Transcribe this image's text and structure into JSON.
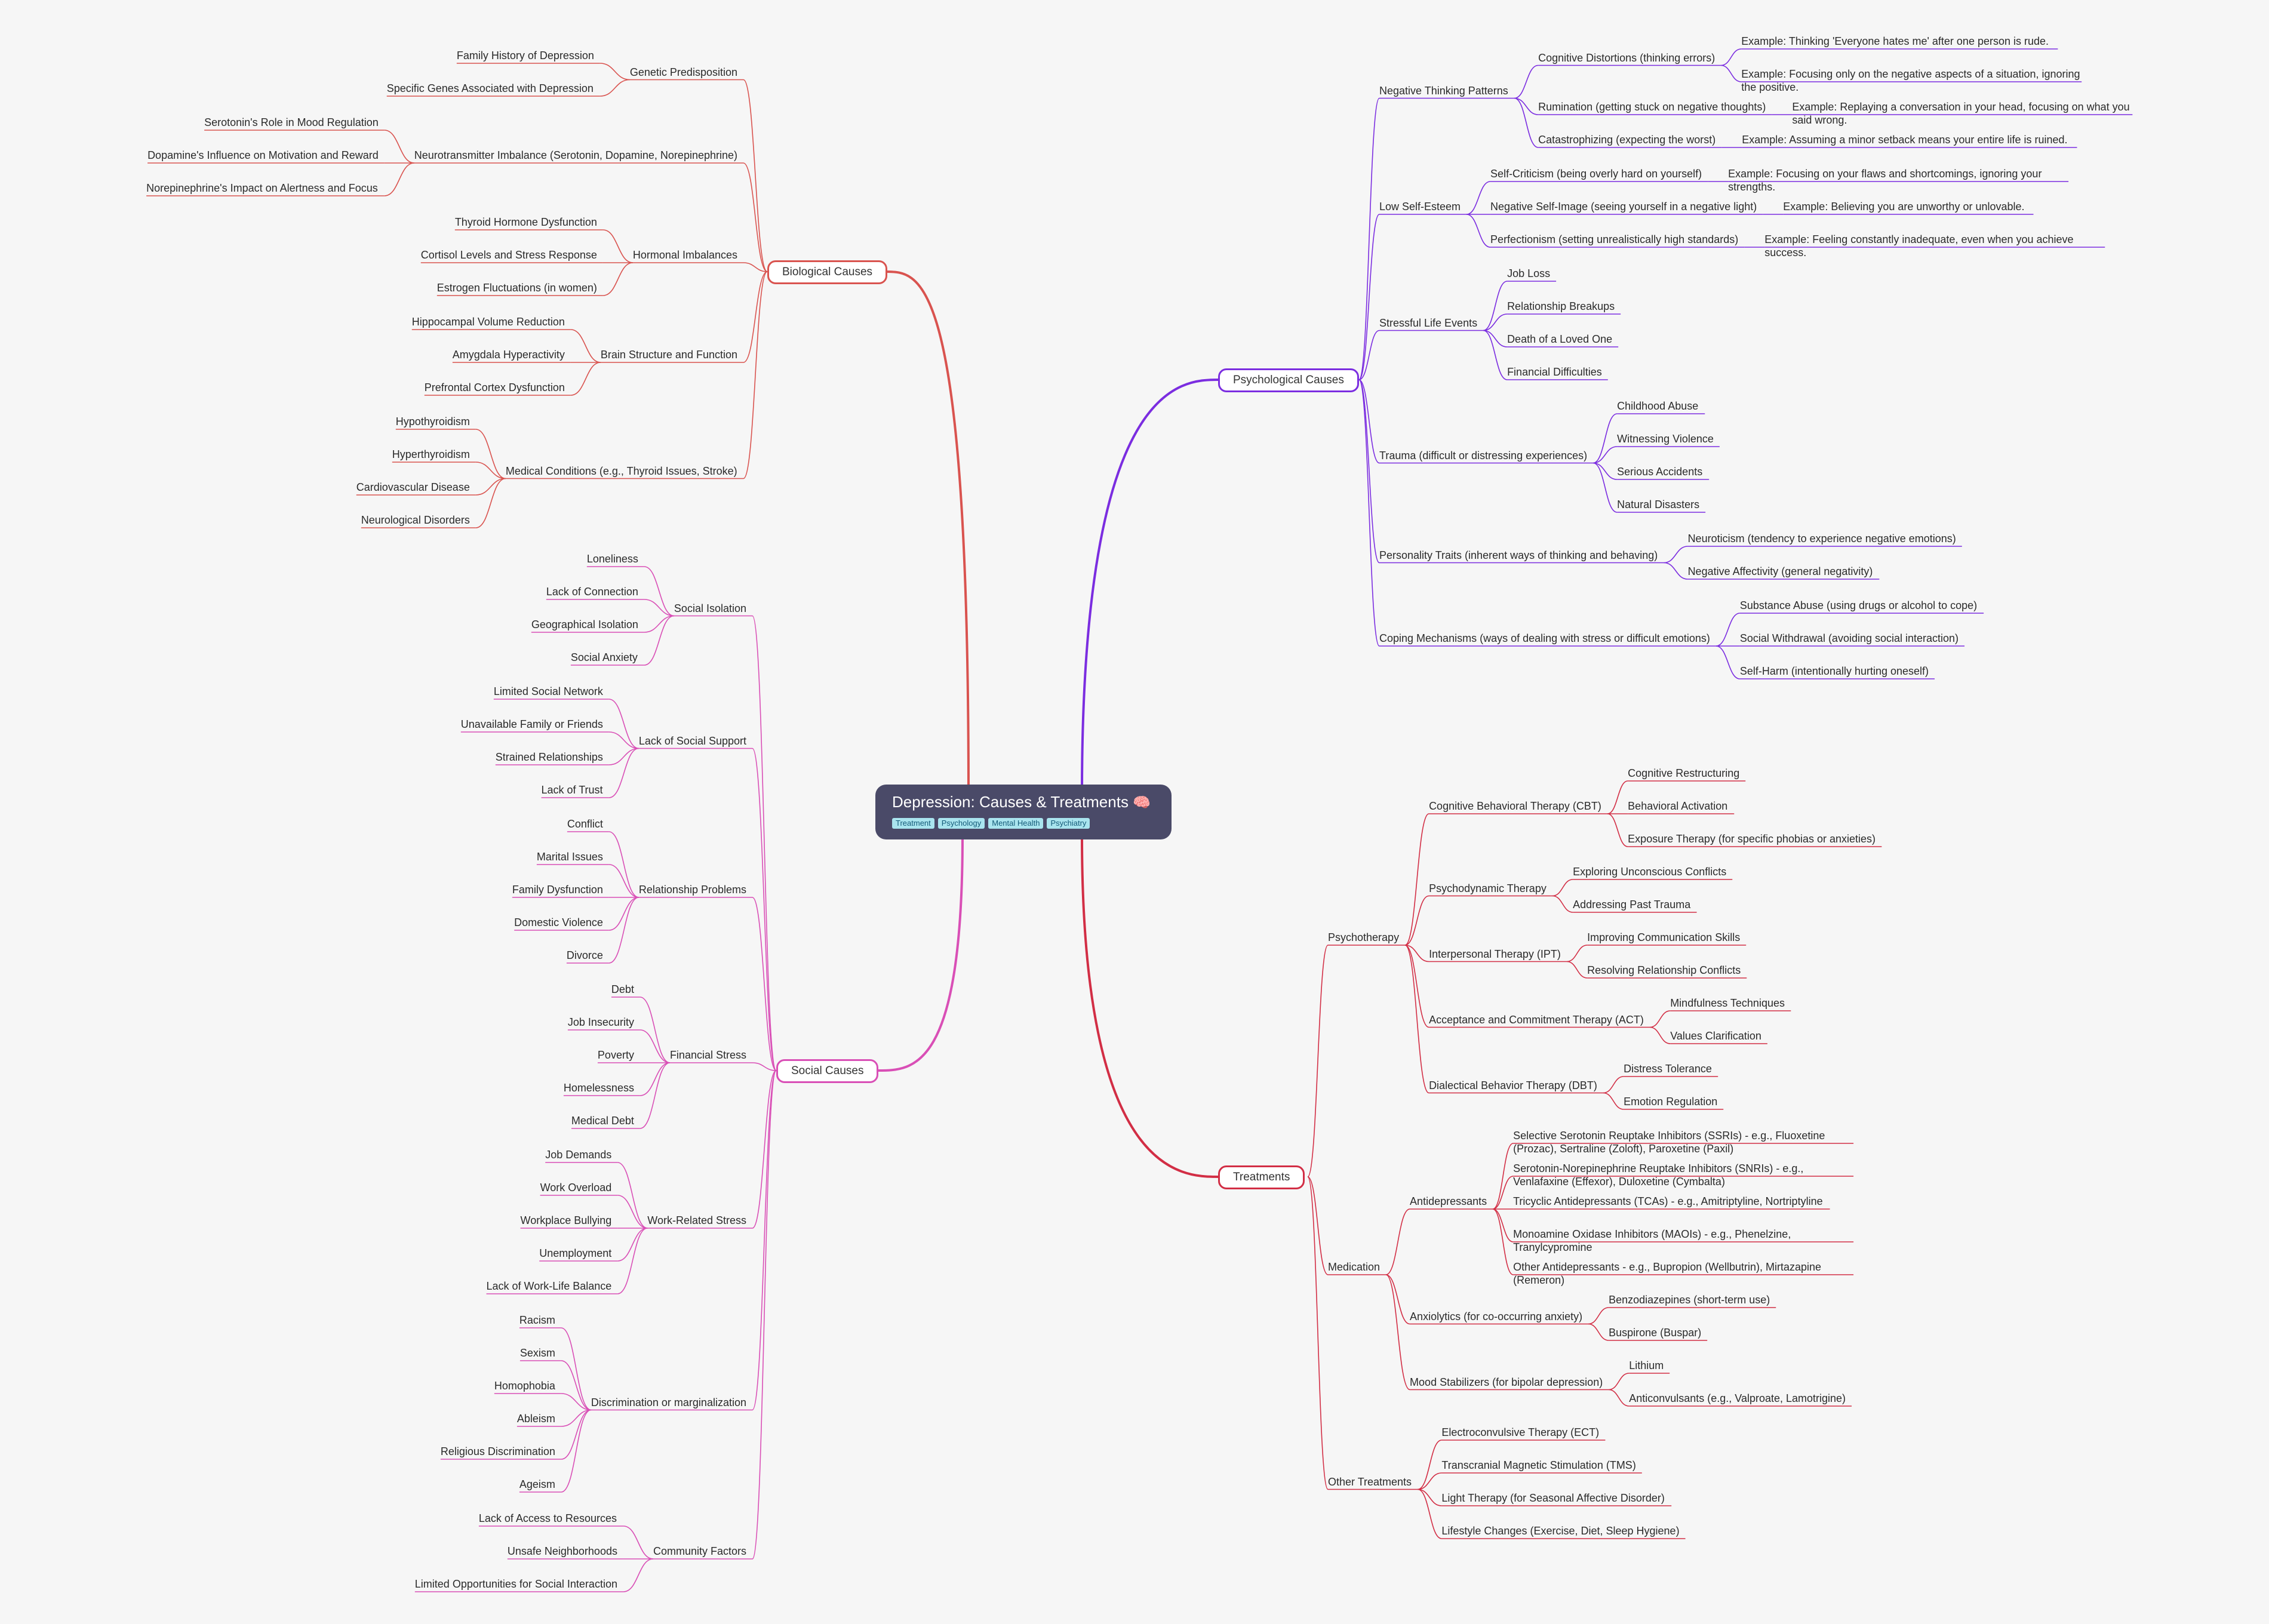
{
  "root": {
    "title": "Depression: Causes & Treatments",
    "emoji": "🧠",
    "tags": [
      "Treatment",
      "Psychology",
      "Mental Health",
      "Psychiatry"
    ]
  },
  "colors": {
    "biological": "#d9534f",
    "social": "#d94fb6",
    "psychological": "#7b2de0",
    "treatments": "#d22e45",
    "background": "#f6f6f6",
    "root_bg": "#4a4a68",
    "tag_bg": "#a9e4ee"
  },
  "branches": [
    {
      "label": "Biological Causes",
      "side": "left",
      "color": "#d9534f",
      "children": [
        {
          "label": "Genetic Predisposition",
          "children": [
            {
              "label": "Family History of Depression"
            },
            {
              "label": "Specific Genes Associated with Depression"
            }
          ]
        },
        {
          "label": "Neurotransmitter Imbalance (Serotonin, Dopamine, Norepinephrine)",
          "children": [
            {
              "label": "Serotonin's Role in Mood Regulation"
            },
            {
              "label": "Dopamine's Influence on Motivation and Reward"
            },
            {
              "label": "Norepinephrine's Impact on Alertness and Focus"
            }
          ]
        },
        {
          "label": "Hormonal Imbalances",
          "children": [
            {
              "label": "Thyroid Hormone Dysfunction"
            },
            {
              "label": "Cortisol Levels and Stress Response"
            },
            {
              "label": "Estrogen Fluctuations (in women)"
            }
          ]
        },
        {
          "label": "Brain Structure and Function",
          "children": [
            {
              "label": "Hippocampal Volume Reduction"
            },
            {
              "label": "Amygdala Hyperactivity"
            },
            {
              "label": "Prefrontal Cortex Dysfunction"
            }
          ]
        },
        {
          "label": "Medical Conditions (e.g., Thyroid Issues, Stroke)",
          "children": [
            {
              "label": "Hypothyroidism"
            },
            {
              "label": "Hyperthyroidism"
            },
            {
              "label": "Cardiovascular Disease"
            },
            {
              "label": "Neurological Disorders"
            }
          ]
        }
      ]
    },
    {
      "label": "Social Causes",
      "side": "left",
      "color": "#d94fb6",
      "children": [
        {
          "label": "Social Isolation",
          "children": [
            {
              "label": "Loneliness"
            },
            {
              "label": "Lack of Connection"
            },
            {
              "label": "Geographical Isolation"
            },
            {
              "label": "Social Anxiety"
            }
          ]
        },
        {
          "label": "Lack of Social Support",
          "children": [
            {
              "label": "Limited Social Network"
            },
            {
              "label": "Unavailable Family or Friends"
            },
            {
              "label": "Strained Relationships"
            },
            {
              "label": "Lack of Trust"
            }
          ]
        },
        {
          "label": "Relationship Problems",
          "children": [
            {
              "label": "Conflict"
            },
            {
              "label": "Marital Issues"
            },
            {
              "label": "Family Dysfunction"
            },
            {
              "label": "Domestic Violence"
            },
            {
              "label": "Divorce"
            }
          ]
        },
        {
          "label": "Financial Stress",
          "children": [
            {
              "label": "Debt"
            },
            {
              "label": "Job Insecurity"
            },
            {
              "label": "Poverty"
            },
            {
              "label": "Homelessness"
            },
            {
              "label": "Medical Debt"
            }
          ]
        },
        {
          "label": "Work-Related Stress",
          "children": [
            {
              "label": "Job Demands"
            },
            {
              "label": "Work Overload"
            },
            {
              "label": "Workplace Bullying"
            },
            {
              "label": "Unemployment"
            },
            {
              "label": "Lack of Work-Life Balance"
            }
          ]
        },
        {
          "label": "Discrimination or marginalization",
          "children": [
            {
              "label": "Racism"
            },
            {
              "label": "Sexism"
            },
            {
              "label": "Homophobia"
            },
            {
              "label": "Ableism"
            },
            {
              "label": "Religious Discrimination"
            },
            {
              "label": "Ageism"
            }
          ]
        },
        {
          "label": "Community Factors",
          "children": [
            {
              "label": "Lack of Access to Resources"
            },
            {
              "label": "Unsafe Neighborhoods"
            },
            {
              "label": "Limited Opportunities for Social Interaction"
            }
          ]
        }
      ]
    },
    {
      "label": "Psychological Causes",
      "side": "right",
      "color": "#7b2de0",
      "children": [
        {
          "label": "Negative Thinking Patterns",
          "children": [
            {
              "label": "Cognitive Distortions (thinking errors)",
              "children": [
                {
                  "label": "Example:  Thinking 'Everyone hates me' after one person is rude."
                },
                {
                  "label": "Example:  Focusing only on the negative aspects of a situation, ignoring the positive."
                }
              ]
            },
            {
              "label": "Rumination (getting stuck on negative thoughts)",
              "children": [
                {
                  "label": "Example:  Replaying a conversation in your head, focusing on what you said wrong."
                }
              ]
            },
            {
              "label": "Catastrophizing (expecting the worst)",
              "children": [
                {
                  "label": "Example:  Assuming a minor setback means your entire life is ruined."
                }
              ]
            }
          ]
        },
        {
          "label": "Low Self-Esteem",
          "children": [
            {
              "label": "Self-Criticism (being overly hard on yourself)",
              "children": [
                {
                  "label": "Example:  Focusing on your flaws and shortcomings, ignoring your strengths."
                }
              ]
            },
            {
              "label": "Negative Self-Image (seeing yourself in a negative light)",
              "children": [
                {
                  "label": "Example:  Believing you are unworthy or unlovable."
                }
              ]
            },
            {
              "label": "Perfectionism (setting unrealistically high standards)",
              "children": [
                {
                  "label": "Example:  Feeling constantly inadequate, even when you achieve success."
                }
              ]
            }
          ]
        },
        {
          "label": "Stressful Life Events",
          "children": [
            {
              "label": "Job Loss"
            },
            {
              "label": "Relationship Breakups"
            },
            {
              "label": "Death of a Loved One"
            },
            {
              "label": "Financial Difficulties"
            }
          ]
        },
        {
          "label": "Trauma (difficult or distressing experiences)",
          "children": [
            {
              "label": "Childhood Abuse"
            },
            {
              "label": "Witnessing Violence"
            },
            {
              "label": "Serious Accidents"
            },
            {
              "label": "Natural Disasters"
            }
          ]
        },
        {
          "label": "Personality Traits (inherent ways of thinking and behaving)",
          "children": [
            {
              "label": "Neuroticism (tendency to experience negative emotions)"
            },
            {
              "label": "Negative Affectivity (general negativity)"
            }
          ]
        },
        {
          "label": "Coping Mechanisms (ways of dealing with stress or difficult emotions)",
          "children": [
            {
              "label": "Substance Abuse (using drugs or alcohol to cope)"
            },
            {
              "label": "Social Withdrawal (avoiding social interaction)"
            },
            {
              "label": "Self-Harm (intentionally hurting oneself)"
            }
          ]
        }
      ]
    },
    {
      "label": "Treatments",
      "side": "right",
      "color": "#d22e45",
      "children": [
        {
          "label": "Psychotherapy",
          "children": [
            {
              "label": "Cognitive Behavioral Therapy (CBT)",
              "children": [
                {
                  "label": "Cognitive Restructuring"
                },
                {
                  "label": "Behavioral Activation"
                },
                {
                  "label": "Exposure Therapy (for specific phobias or anxieties)"
                }
              ]
            },
            {
              "label": "Psychodynamic Therapy",
              "children": [
                {
                  "label": "Exploring Unconscious Conflicts"
                },
                {
                  "label": "Addressing Past Trauma"
                }
              ]
            },
            {
              "label": "Interpersonal Therapy (IPT)",
              "children": [
                {
                  "label": "Improving Communication Skills"
                },
                {
                  "label": "Resolving Relationship Conflicts"
                }
              ]
            },
            {
              "label": "Acceptance and Commitment Therapy (ACT)",
              "children": [
                {
                  "label": "Mindfulness Techniques"
                },
                {
                  "label": "Values Clarification"
                }
              ]
            },
            {
              "label": "Dialectical Behavior Therapy (DBT)",
              "children": [
                {
                  "label": "Distress Tolerance"
                },
                {
                  "label": "Emotion Regulation"
                }
              ]
            }
          ]
        },
        {
          "label": "Medication",
          "children": [
            {
              "label": "Antidepressants",
              "children": [
                {
                  "label": "Selective Serotonin Reuptake Inhibitors (SSRIs) - e.g., Fluoxetine (Prozac), Sertraline (Zoloft), Paroxetine (Paxil)"
                },
                {
                  "label": "Serotonin-Norepinephrine Reuptake Inhibitors (SNRIs) - e.g., Venlafaxine (Effexor), Duloxetine (Cymbalta)"
                },
                {
                  "label": "Tricyclic Antidepressants (TCAs) - e.g., Amitriptyline, Nortriptyline"
                },
                {
                  "label": "Monoamine Oxidase Inhibitors (MAOIs) - e.g., Phenelzine, Tranylcypromine"
                },
                {
                  "label": "Other Antidepressants - e.g., Bupropion (Wellbutrin), Mirtazapine (Remeron)"
                }
              ]
            },
            {
              "label": "Anxiolytics (for co-occurring anxiety)",
              "children": [
                {
                  "label": "Benzodiazepines (short-term use)"
                },
                {
                  "label": "Buspirone (Buspar)"
                }
              ]
            },
            {
              "label": "Mood Stabilizers (for bipolar depression)",
              "children": [
                {
                  "label": "Lithium"
                },
                {
                  "label": "Anticonvulsants (e.g., Valproate, Lamotrigine)"
                }
              ]
            }
          ]
        },
        {
          "label": "Other Treatments",
          "children": [
            {
              "label": "Electroconvulsive Therapy (ECT)"
            },
            {
              "label": "Transcranial Magnetic Stimulation (TMS)"
            },
            {
              "label": "Light Therapy (for Seasonal Affective Disorder)"
            },
            {
              "label": "Lifestyle Changes (Exercise, Diet, Sleep Hygiene)"
            }
          ]
        }
      ]
    }
  ]
}
